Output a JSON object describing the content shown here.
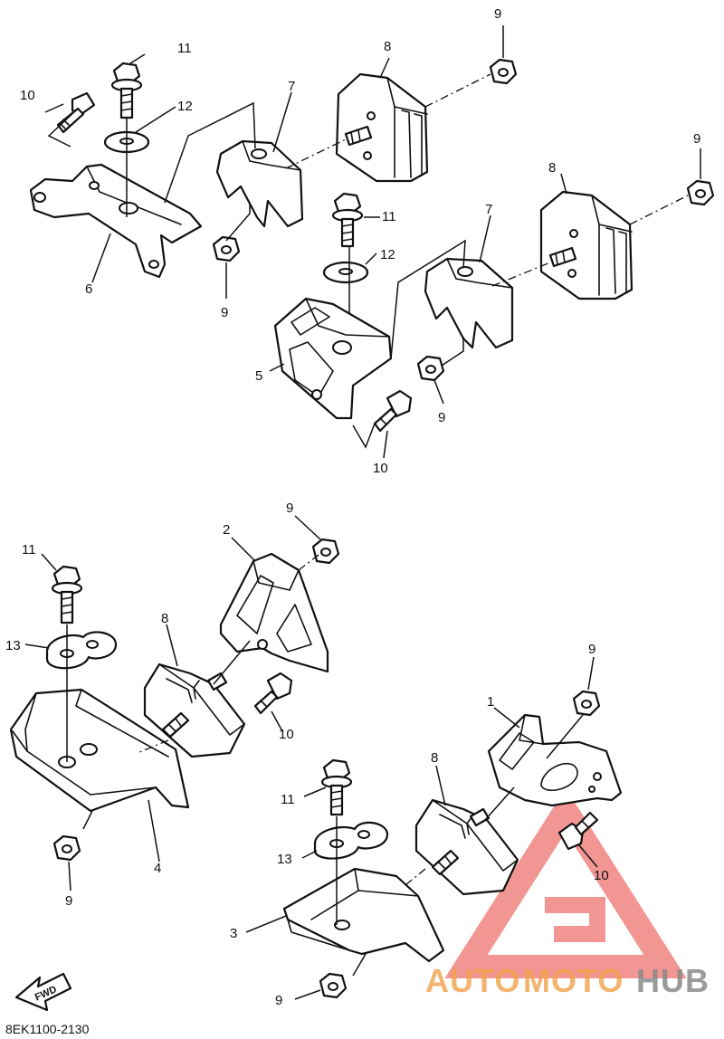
{
  "diagram": {
    "callouts": {
      "c_10_a": "10",
      "c_11_a": "11",
      "c_12_a": "12",
      "c_7_a": "7",
      "c_8_a": "8",
      "c_9_a": "9",
      "c_6": "6",
      "c_9_b": "9",
      "c_9_c": "9",
      "c_8_b": "8",
      "c_7_b": "7",
      "c_11_b": "11",
      "c_12_b": "12",
      "c_5": "5",
      "c_9_d": "9",
      "c_10_b": "10",
      "c_9_e": "9",
      "c_2": "2",
      "c_11_c": "11",
      "c_13_a": "13",
      "c_8_c": "8",
      "c_10_c": "10",
      "c_4": "4",
      "c_9_f": "9",
      "c_9_g": "9",
      "c_1": "1",
      "c_8_d": "8",
      "c_11_d": "11",
      "c_13_b": "13",
      "c_10_d": "10",
      "c_3": "3",
      "c_9_h": "9"
    },
    "fwd_label": "FWD",
    "diagram_code": "8EK1100-2130"
  },
  "watermark": {
    "text_auto": "AUTO",
    "text_moto": "MOTO",
    "text_hub": "HUB",
    "colors": {
      "logo_red": "#e8413c",
      "logo_orange": "#f0a24a",
      "logo_gray": "#8a8a8a"
    }
  }
}
